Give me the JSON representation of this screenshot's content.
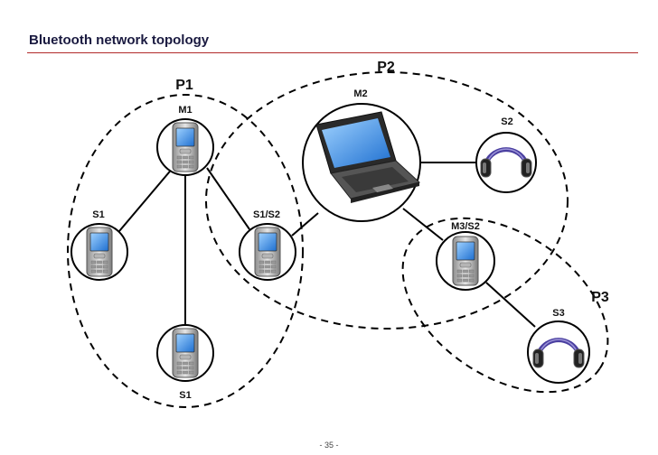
{
  "header": {
    "title": "Bluetooth network topology"
  },
  "piconets": {
    "p1": "P1",
    "p2": "P2",
    "p3": "P3"
  },
  "nodes": {
    "m1": "M1",
    "s1_left": "S1",
    "s1_bottom": "S1",
    "s1s2": "S1/S2",
    "m2": "M2",
    "s2": "S2",
    "m3s2": "M3/S2",
    "s3": "S3"
  },
  "icons": {
    "phone": "mobile-phone-icon",
    "laptop": "laptop-icon",
    "headset": "headphones-icon"
  },
  "colors": {
    "accent_rule": "#b22a2a",
    "headset": "#4a3fa0",
    "screen": "#2f7fd8"
  },
  "footer": {
    "page": "- 35 -"
  }
}
